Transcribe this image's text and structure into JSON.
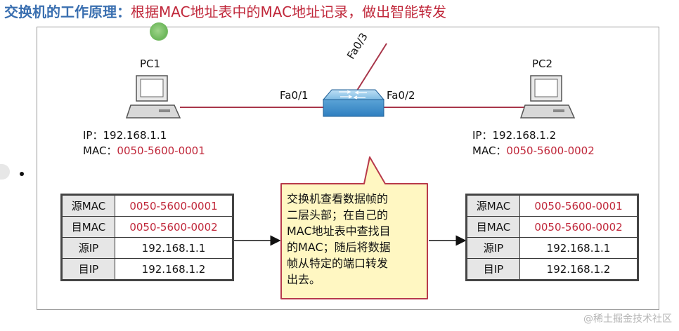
{
  "title": {
    "lead": "交换机的工作原理：",
    "rest": "根据MAC地址表中的MAC地址记录，做出智能转发"
  },
  "pc1": {
    "name": "PC1",
    "ip_key": "IP：",
    "ip_value": "192.168.1.1",
    "mac_key": "MAC：",
    "mac_value": "0050-5600-0001"
  },
  "pc2": {
    "name": "PC2",
    "ip_key": "IP：",
    "ip_value": "192.168.1.2",
    "mac_key": "MAC：",
    "mac_value": "0050-5600-0002"
  },
  "switch_ports": {
    "left": "Fa0/1",
    "right": "Fa0/2",
    "top": "Fa0/3"
  },
  "frame_left": {
    "rows": [
      {
        "key": "源MAC",
        "value": "0050-5600-0001"
      },
      {
        "key": "目MAC",
        "value": "0050-5600-0002"
      },
      {
        "key": "源IP",
        "value": "192.168.1.1"
      },
      {
        "key": "目IP",
        "value": "192.168.1.2"
      }
    ]
  },
  "frame_right": {
    "rows": [
      {
        "key": "源MAC",
        "value": "0050-5600-0001"
      },
      {
        "key": "目MAC",
        "value": "0050-5600-0002"
      },
      {
        "key": "源IP",
        "value": "192.168.1.1"
      },
      {
        "key": "目IP",
        "value": "192.168.1.2"
      }
    ]
  },
  "callout": {
    "lines": [
      "交换机查看数据帧的",
      "二层头部；在自己的",
      "MAC地址表中查找目",
      "的MAC；随后将数据",
      "帧从特定的端口转发",
      "出去。"
    ]
  },
  "watermark": "@稀土掘金技术社区",
  "colors": {
    "link": "#a8364a",
    "accent_red": "#c0273a",
    "title_blue": "#3a6fb0",
    "callout_fill": "#fff7c2",
    "callout_border": "#b83a4b",
    "switch_blue": "#5aa3d6"
  }
}
